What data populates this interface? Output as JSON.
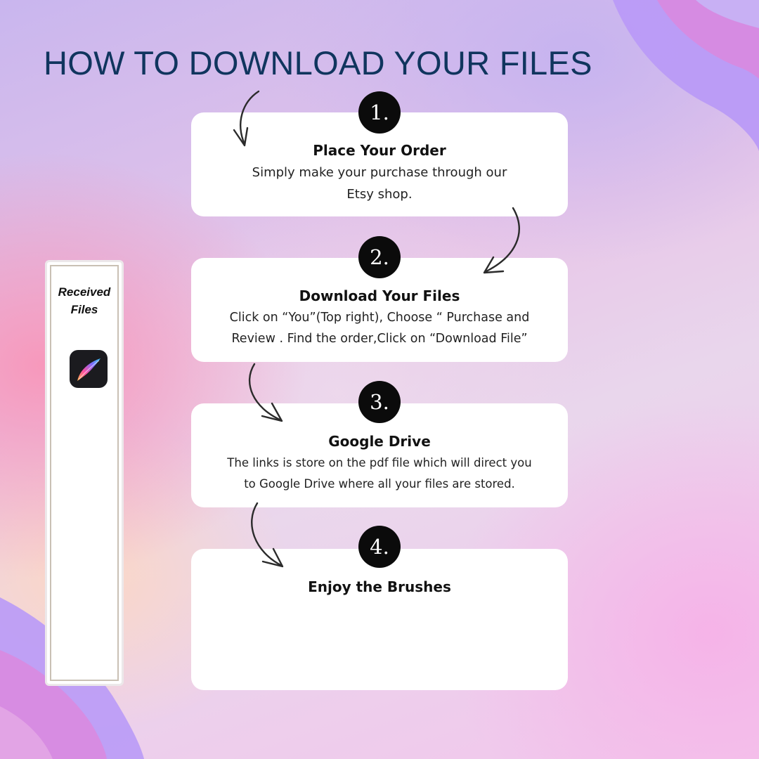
{
  "title": "HOW TO DOWNLOAD YOUR FILES",
  "colors": {
    "title": "#10355e",
    "badge": "#0b0b0b",
    "card": "#ffffff",
    "wave_purple": "#b99af7",
    "wave_pink": "#d98ae0"
  },
  "steps": [
    {
      "number": "1.",
      "title": "Place Your Order",
      "description": [
        "Simply make your purchase through our",
        "Etsy shop."
      ]
    },
    {
      "number": "2.",
      "title": "Download Your Files",
      "description": [
        "Click on “You”(Top right), Choose “ Purchase and",
        "Review . Find the order,Click on “Download File”"
      ]
    },
    {
      "number": "3.",
      "title": "Google Drive",
      "description": [
        "The links is store on the pdf file which will direct you",
        "to Google Drive where all your files are stored."
      ]
    },
    {
      "number": "4.",
      "title": "Enjoy the Brushes",
      "description": []
    }
  ],
  "files_panel": {
    "label_line1": "Received",
    "label_line2": "Files",
    "icon": "procreate-app-icon"
  }
}
